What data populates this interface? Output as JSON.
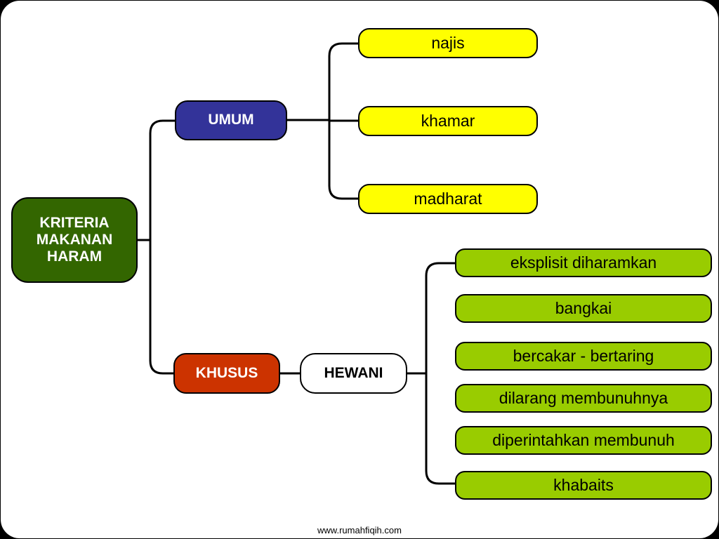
{
  "root": {
    "label_line1": "KRITERIA",
    "label_line2": "MAKANAN",
    "label_line3": "HARAM"
  },
  "umum": {
    "label": "UMUM",
    "children": [
      "najis",
      "khamar",
      "madharat"
    ]
  },
  "khusus": {
    "label": "KHUSUS",
    "hewani": {
      "label": "HEWANI",
      "children": [
        "eksplisit diharamkan",
        "bangkai",
        "bercakar - bertaring",
        "dilarang membunuhnya",
        "diperintahkan membunuh",
        "khabaits"
      ]
    }
  },
  "footer": {
    "url": "www.rumahfiqih.com"
  },
  "colors": {
    "root": "#336600",
    "umum": "#333399",
    "khusus": "#cc3300",
    "yellow_nodes": "#ffff00",
    "green_nodes": "#99cc00"
  }
}
